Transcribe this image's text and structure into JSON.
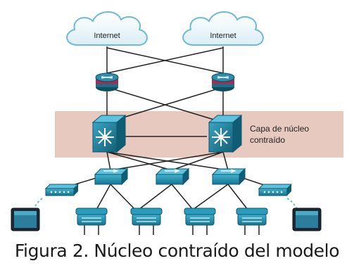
{
  "diagram": {
    "clouds": [
      {
        "label": "Internet"
      },
      {
        "label": "Internet"
      }
    ],
    "layer_label_line1": "Capa de núcleo",
    "layer_label_line2": "contraído",
    "colors": {
      "cloud_fill": "#eef7fb",
      "cloud_stroke": "#6bbad8",
      "router_body": "#1b6d8a",
      "router_band": "#b0274a",
      "core_band": "#e8c9c0",
      "core_switch": "#1d7a96",
      "access_switch": "#1f8aa8",
      "phone": "#1f8aa8",
      "links": "#222222"
    },
    "icons": [
      "cloud-icon",
      "router-icon",
      "multilayer-switch-icon",
      "access-switch-icon",
      "wireless-ap-icon",
      "tablet-icon",
      "ip-phone-icon"
    ]
  },
  "caption": "Figura 2. Núcleo contraído del modelo"
}
